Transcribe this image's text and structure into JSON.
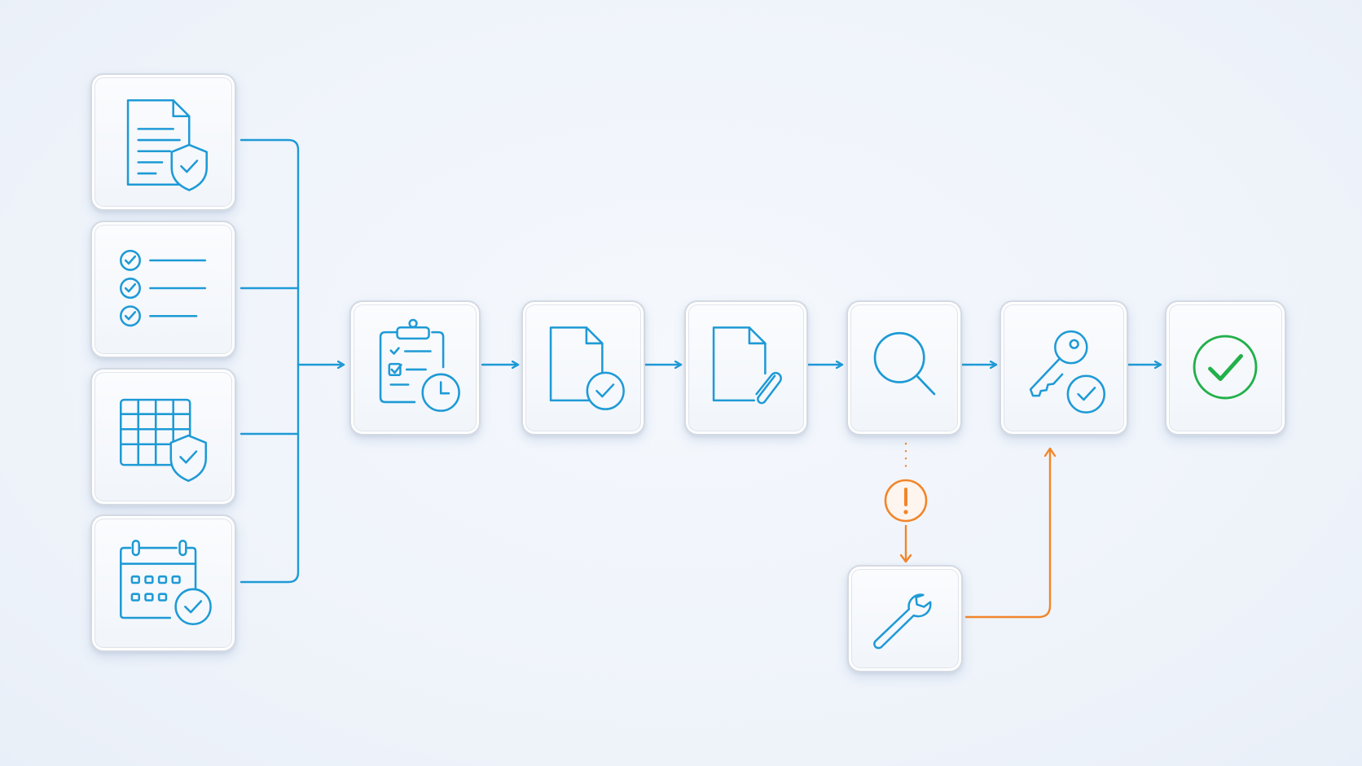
{
  "colors": {
    "primary": "#1e9ad6",
    "warning": "#f2852a",
    "success": "#22b04b",
    "tile_border": "#d4dae3",
    "background": "#eef3fa"
  },
  "inputs": [
    {
      "name": "policy-document",
      "icon": "document-shield-icon"
    },
    {
      "name": "checklist",
      "icon": "checklist-icon"
    },
    {
      "name": "data-table",
      "icon": "table-shield-icon"
    },
    {
      "name": "calendar",
      "icon": "calendar-check-icon"
    }
  ],
  "pipeline": [
    {
      "name": "review-pending",
      "icon": "clipboard-clock-icon"
    },
    {
      "name": "document-approved",
      "icon": "document-check-icon"
    },
    {
      "name": "document-attached",
      "icon": "document-paperclip-icon"
    },
    {
      "name": "inspection",
      "icon": "magnifier-icon"
    },
    {
      "name": "access-granted",
      "icon": "key-check-icon"
    },
    {
      "name": "complete",
      "icon": "success-check-icon"
    }
  ],
  "exception_path": {
    "alert": {
      "name": "issue-alert",
      "icon": "exclamation-icon"
    },
    "fix": {
      "name": "fix-step",
      "icon": "wrench-icon"
    }
  }
}
